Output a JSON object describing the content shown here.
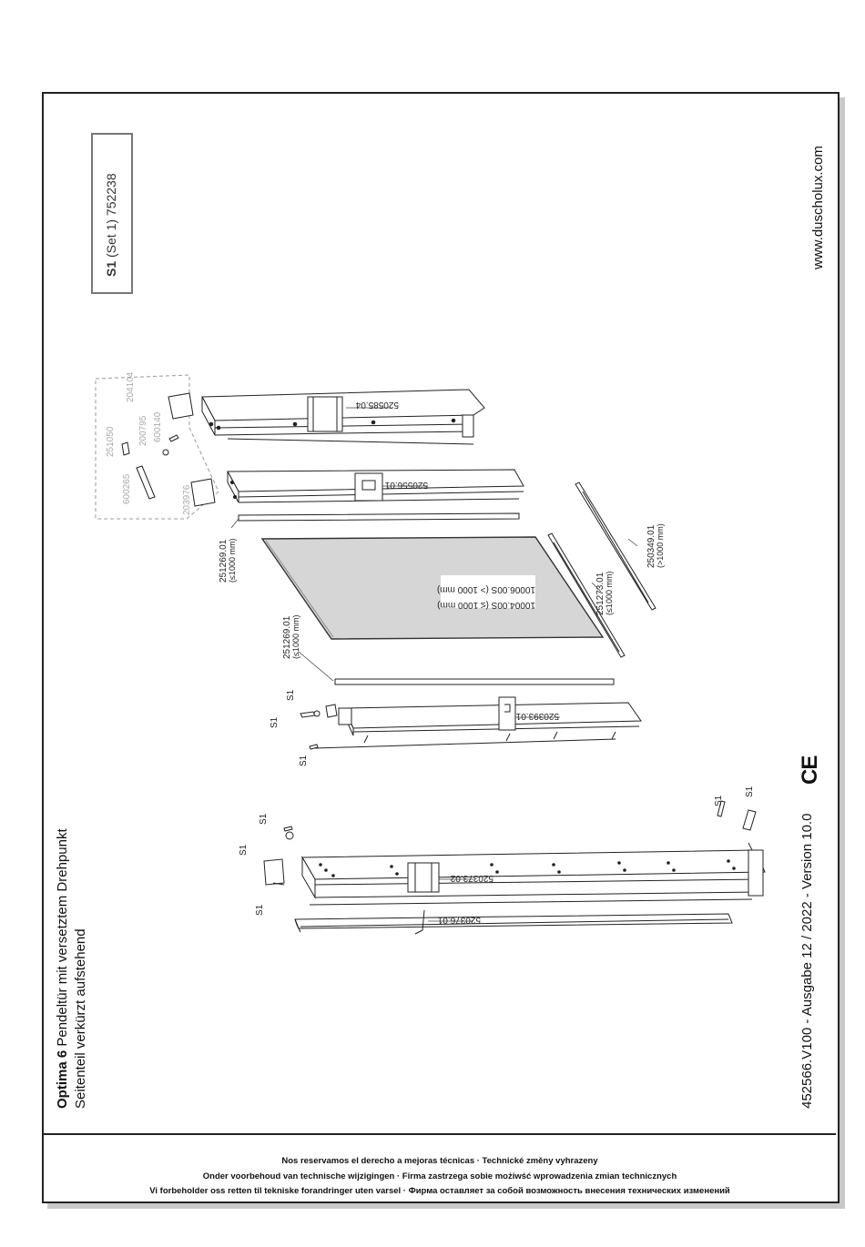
{
  "title": {
    "product_bold": "Optima 6",
    "product_rest": " Pendeltür mit versetztem Drehpunkt",
    "subtitle": "Seitenteil verkürzt aufstehend"
  },
  "set": {
    "code": "S1",
    "rest": " (Set 1) 752238"
  },
  "website": "www.duscholux.com",
  "version_line": "452566.V100 - Ausgabe 12 / 2022 - Version 10.0",
  "ce_mark": "CE",
  "footer": {
    "line1": "Nos reservamos el derecho a mejoras técnicas · Technické změny vyhrazeny",
    "line2": "Onder voorbehoud van technische wijzigingen · Firma zastrzega sobie możiwść wprowadzenia zmian technicznych",
    "line3": "Vi forbeholder oss retten til tekniske forandringer uten varsel · Фирма оставляет за собой возможность внесения технических изменений"
  },
  "parts": {
    "p520585": "520585.04",
    "p520556": "520556.01",
    "p204104": "204104",
    "p251050": "251050",
    "p200795": "200795",
    "p600140": "600140",
    "p600265": "600265",
    "p203976": "203976",
    "p251269_top": "251269.01",
    "p251269_top_note": "(≤1000 mm)",
    "p251269_mid": "251269.01",
    "p251269_mid_note": "(≤1000 mm)",
    "glass_a": "10004.00S (≤ 1000 mm)",
    "glass_b": "10006.00S (> 1000 mm)",
    "p251273": "251273.01",
    "p251273_note": "(≤1000 mm)",
    "p250349": "250349.01",
    "p250349_note": "(>1000 mm)",
    "p520393": "520393.01",
    "p520373": "520373.02",
    "p520376": "520376.01",
    "s1": "S1"
  }
}
